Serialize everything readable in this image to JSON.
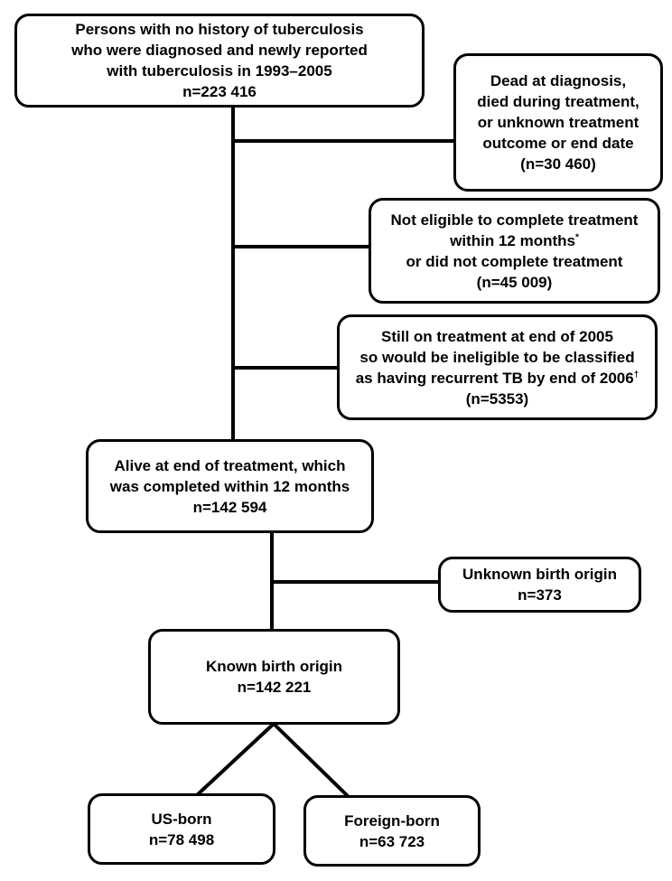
{
  "boxes": {
    "root": {
      "line1": "Persons with no history of tuberculosis",
      "line2": "who were diagnosed and newly reported",
      "line3": "with tuberculosis in 1993–2005",
      "count": "n=223 416"
    },
    "dead": {
      "line1": "Dead at diagnosis,",
      "line2": "died during treatment,",
      "line3": "or unknown treatment",
      "line4": "outcome or end date",
      "count": "(n=30 460)"
    },
    "not_eligible": {
      "line1": "Not eligible to complete treatment",
      "line2": "within 12 months",
      "line2_mark": "*",
      "line3": "or did not complete treatment",
      "count": "(n=45 009)"
    },
    "still_on_treatment": {
      "line1": "Still on treatment at end of 2005",
      "line2": "so would be ineligible to be classified",
      "line3": "as having recurrent TB by end of 2006",
      "line3_mark": "†",
      "count": "(n=5353)"
    },
    "alive": {
      "line1": "Alive at end of treatment, which",
      "line2": "was completed within 12 months",
      "count": "n=142 594"
    },
    "unknown_origin": {
      "line1": "Unknown birth origin",
      "count": "n=373"
    },
    "known_origin": {
      "line1": "Known birth origin",
      "count": "n=142 221"
    },
    "us_born": {
      "line1": "US-born",
      "count": "n=78 498"
    },
    "foreign_born": {
      "line1": "Foreign-born",
      "count": "n=63 723"
    }
  }
}
